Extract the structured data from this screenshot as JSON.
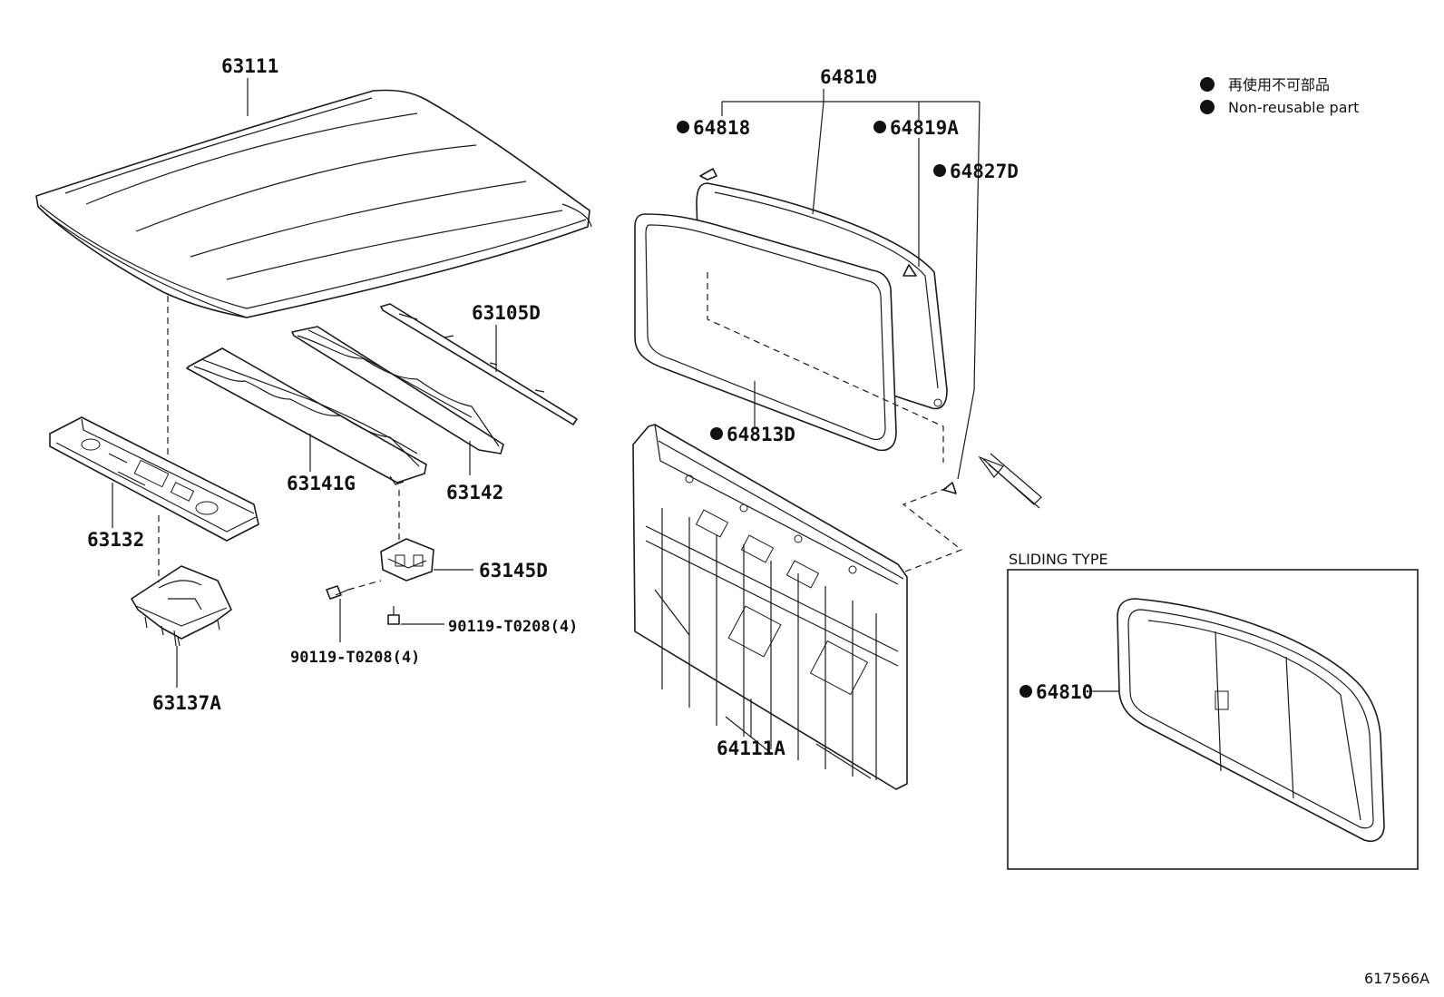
{
  "legend": {
    "line1": "再使用不可部品",
    "line2": "Non-reusable part"
  },
  "inset": {
    "title": "SLIDING TYPE",
    "part_label": "64810"
  },
  "parts": {
    "roof_panel": "63111",
    "header_panel": "63132",
    "roof_bow_a": "63141G",
    "roof_bow_b": "63142",
    "roof_rail": "63105D",
    "bracket_63137a": "63137A",
    "bracket_63145d": "63145D",
    "bolt_left": "90119-T0208(4)",
    "bolt_right": "90119-T0208(4)",
    "back_glass": "64810",
    "clip_a": "64818",
    "clip_b": "64819A",
    "clip_c": "64827D",
    "weatherstrip": "64813D",
    "back_panel": "64111A"
  },
  "diagram_id": "617566A",
  "colors": {
    "line": "#1a1a1a",
    "background": "#ffffff"
  }
}
